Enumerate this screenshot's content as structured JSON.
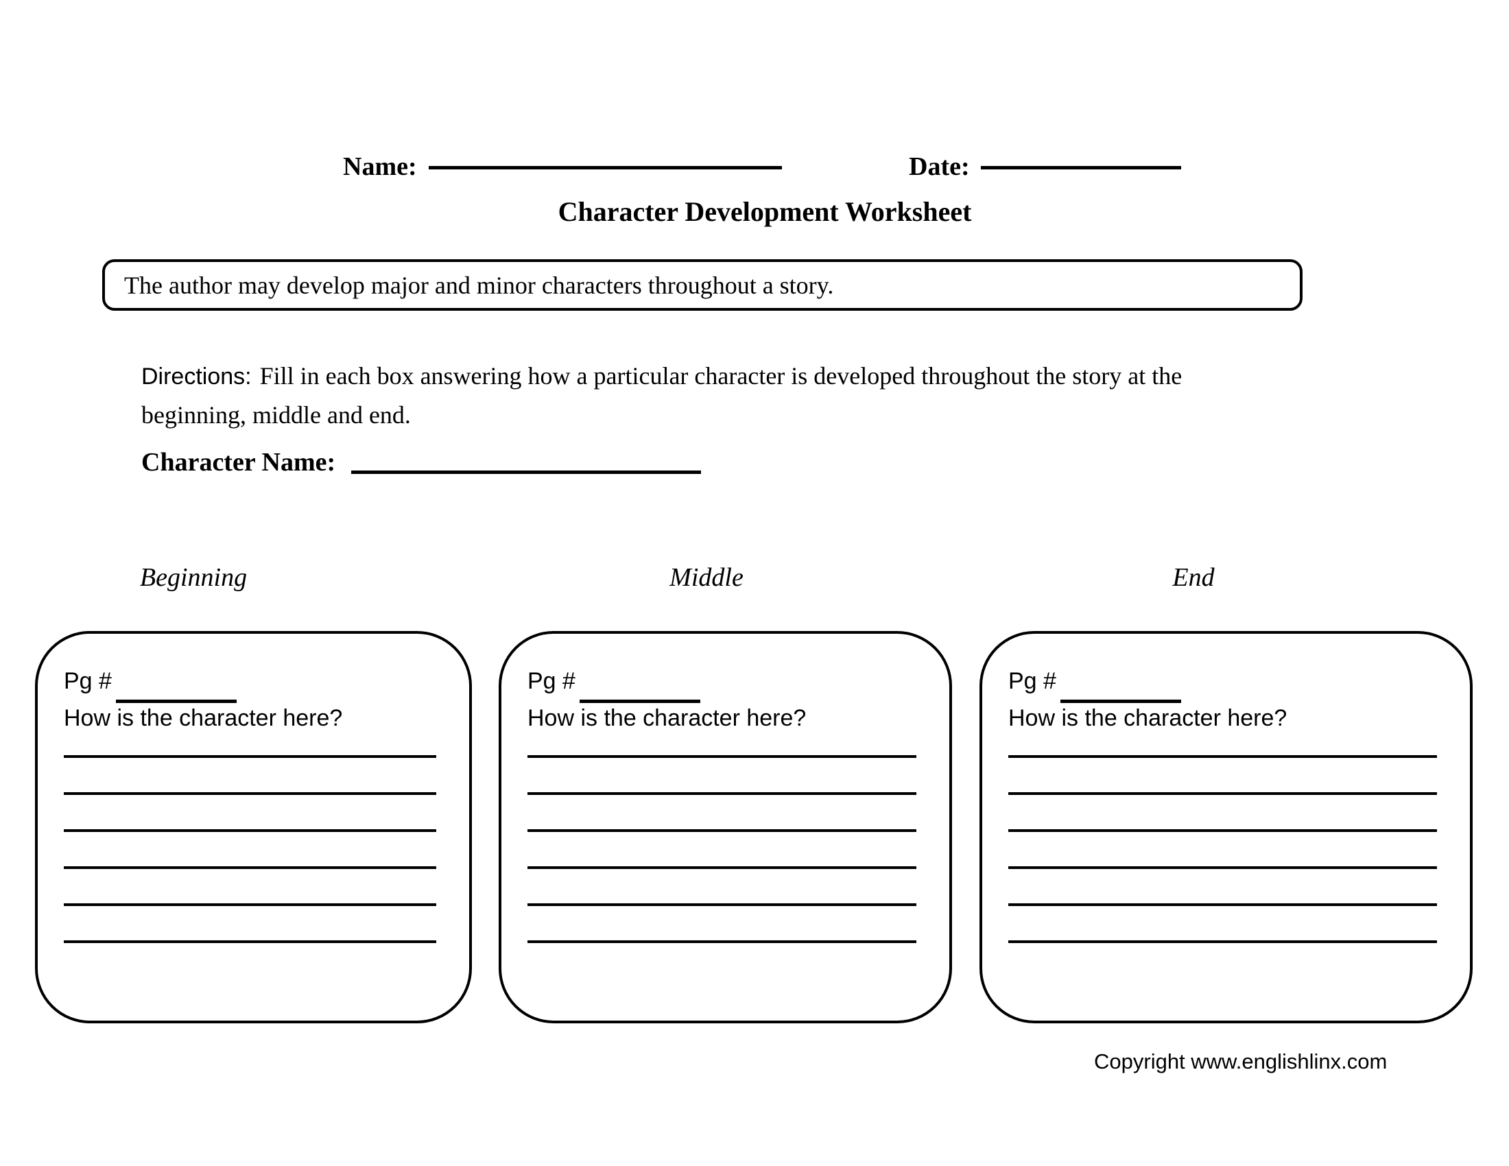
{
  "header": {
    "name_label": "Name:",
    "date_label": "Date:",
    "title": "Character Development Worksheet"
  },
  "statement": "The author may develop major and minor characters throughout a story.",
  "directions": {
    "label": "Directions:",
    "text": "Fill in each box answering how a particular character is developed throughout the story at the beginning, middle and end."
  },
  "character_name_label": "Character Name:",
  "columns": [
    {
      "header": "Beginning",
      "pg_label": "Pg #",
      "question": "How is the character here?",
      "write_lines": 6
    },
    {
      "header": "Middle",
      "pg_label": "Pg #",
      "question": "How is the character here?",
      "write_lines": 6
    },
    {
      "header": "End",
      "pg_label": "Pg #",
      "question": "How is the character here?",
      "write_lines": 6
    }
  ],
  "footer": {
    "copyright": "Copyright www.englishlinx.com"
  },
  "colors": {
    "ink": "#000000",
    "paper": "#ffffff"
  }
}
